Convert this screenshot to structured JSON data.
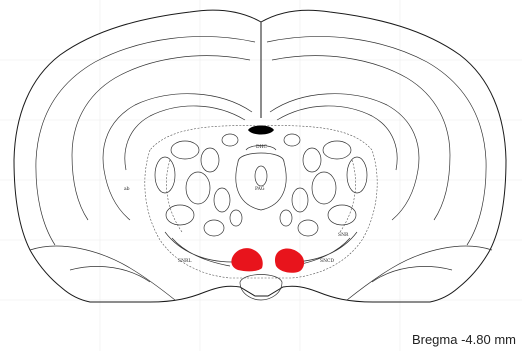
{
  "figure": {
    "bregma_label": "Bregma -4.80 mm",
    "region_labels": {
      "dhc": "DHC",
      "pag": "PAG",
      "snr_left": "SNRL",
      "sncd_right": "SNCD",
      "sn_right": "SNR",
      "ab": "ab"
    }
  },
  "colors": {
    "highlight": "#e8141c",
    "outline": "#1a1a1a",
    "ventricle": "#000000"
  }
}
